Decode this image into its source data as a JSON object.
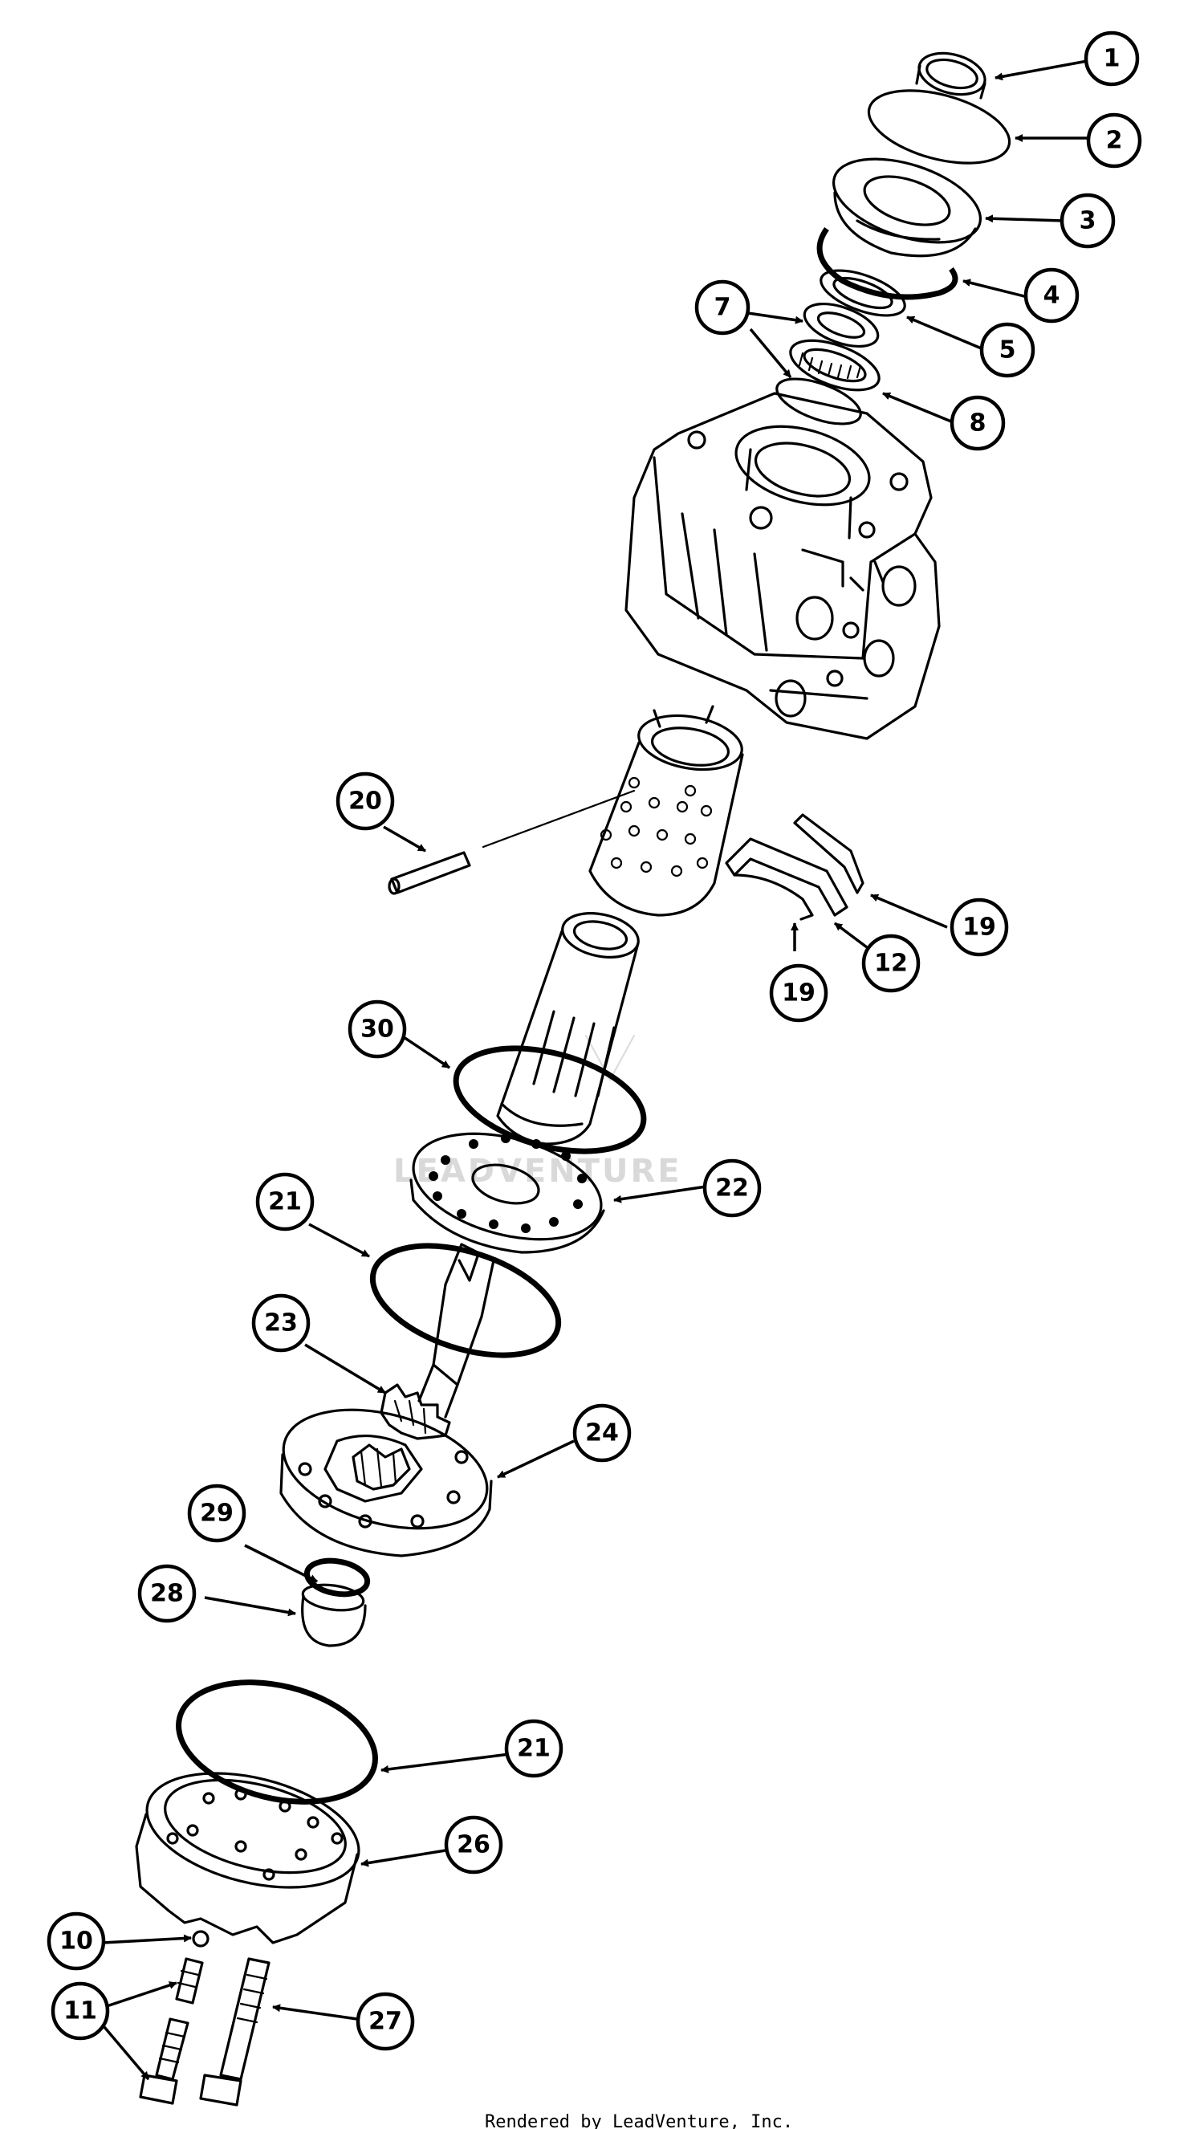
{
  "watermark": "LEADVENTURE",
  "footer": "Rendered by LeadVenture, Inc.",
  "callouts": {
    "c1": "1",
    "c2": "2",
    "c3": "3",
    "c4": "4",
    "c5": "5",
    "c7": "7",
    "c8": "8",
    "c20": "20",
    "c19a": "19",
    "c12": "12",
    "c19b": "19",
    "c30": "30",
    "c22": "22",
    "c21a": "21",
    "c23": "23",
    "c24": "24",
    "c29": "29",
    "c28": "28",
    "c21b": "21",
    "c26": "26",
    "c10": "10",
    "c11": "11",
    "c27": "27"
  }
}
